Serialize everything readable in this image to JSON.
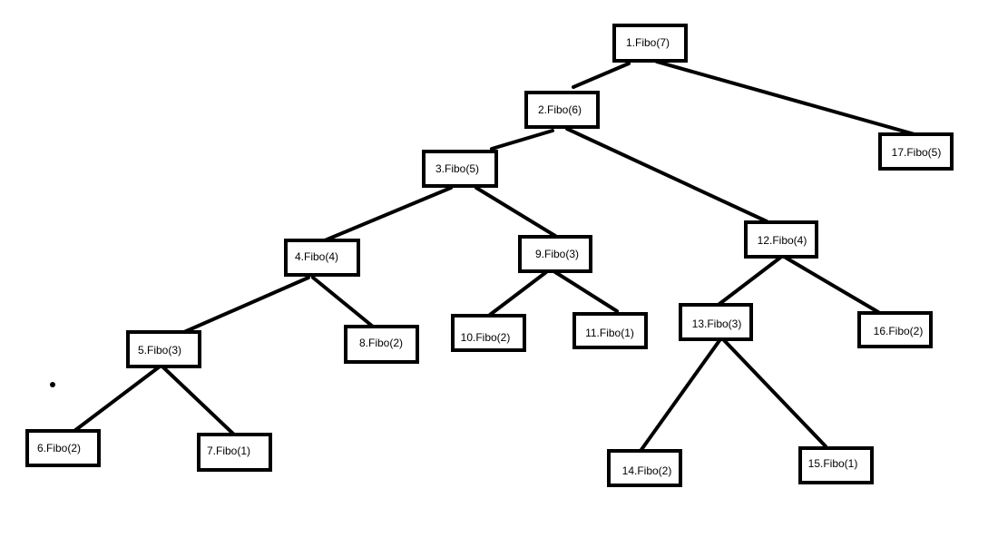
{
  "diagram": {
    "type": "tree",
    "nodes": [
      {
        "id": 1,
        "label": "1.Fibo(7)"
      },
      {
        "id": 2,
        "label": "2.Fibo(6)"
      },
      {
        "id": 3,
        "label": "3.Fibo(5)"
      },
      {
        "id": 4,
        "label": "4.Fibo(4)"
      },
      {
        "id": 5,
        "label": "5.Fibo(3)"
      },
      {
        "id": 6,
        "label": "6.Fibo(2)"
      },
      {
        "id": 7,
        "label": "7.Fibo(1)"
      },
      {
        "id": 8,
        "label": "8.Fibo(2)"
      },
      {
        "id": 9,
        "label": "9.Fibo(3)"
      },
      {
        "id": 10,
        "label": "10.Fibo(2)"
      },
      {
        "id": 11,
        "label": "11.Fibo(1)"
      },
      {
        "id": 12,
        "label": "12.Fibo(4)"
      },
      {
        "id": 13,
        "label": "13.Fibo(3)"
      },
      {
        "id": 14,
        "label": "14.Fibo(2)"
      },
      {
        "id": 15,
        "label": "15.Fibo(1)"
      },
      {
        "id": 16,
        "label": "16.Fibo(2)"
      },
      {
        "id": 17,
        "label": "17.Fibo(5)"
      }
    ],
    "edges": [
      {
        "from": 1,
        "to": 2
      },
      {
        "from": 1,
        "to": 17
      },
      {
        "from": 2,
        "to": 3
      },
      {
        "from": 2,
        "to": 12
      },
      {
        "from": 3,
        "to": 4
      },
      {
        "from": 3,
        "to": 9
      },
      {
        "from": 4,
        "to": 5
      },
      {
        "from": 4,
        "to": 8
      },
      {
        "from": 5,
        "to": 6
      },
      {
        "from": 5,
        "to": 7
      },
      {
        "from": 9,
        "to": 10
      },
      {
        "from": 9,
        "to": 11
      },
      {
        "from": 12,
        "to": 13
      },
      {
        "from": 12,
        "to": 16
      },
      {
        "from": 13,
        "to": 14
      },
      {
        "from": 13,
        "to": 15
      }
    ],
    "colors": {
      "stroke": "#000000",
      "background": "#ffffff"
    }
  }
}
